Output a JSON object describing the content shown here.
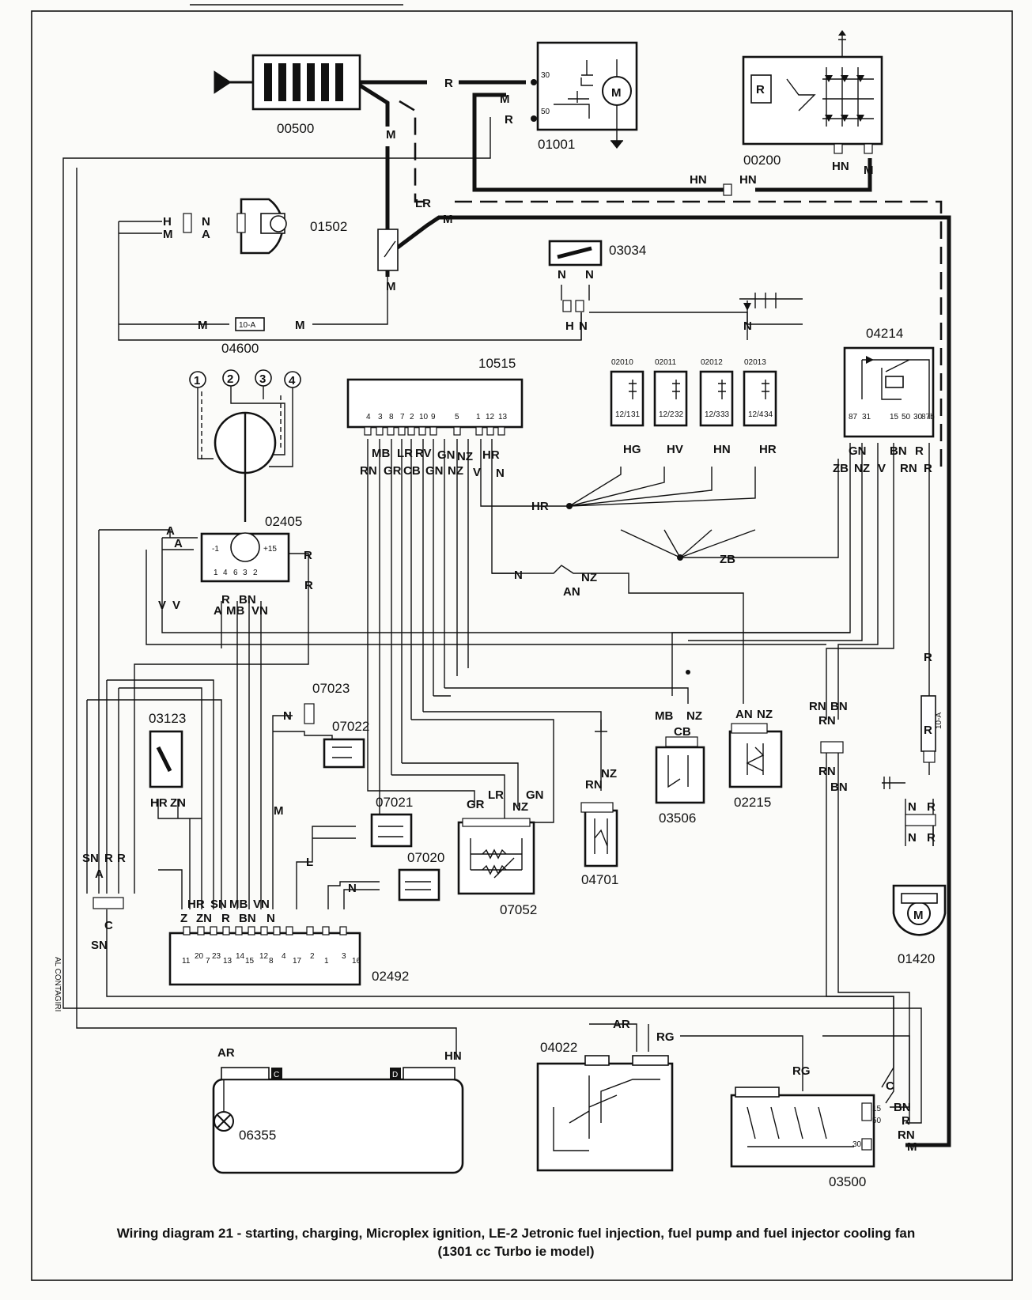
{
  "caption": {
    "line1": "Wiring diagram 21 - starting, charging, Microplex ignition, LE-2 Jetronic fuel injection, fuel pump and fuel injector cooling fan",
    "line2": "(1301 cc Turbo ie model)"
  },
  "components": {
    "c00500": "00500",
    "c01001": "01001",
    "c00200": "00200",
    "c01502": "01502",
    "c03034": "03034",
    "c04600": "04600",
    "c10515": "10515",
    "c02010": "02010",
    "c02011": "02011",
    "c02012": "02012",
    "c02013": "02013",
    "c04214": "04214",
    "c02405": "02405",
    "c07023": "07023",
    "c07022": "07022",
    "c03123": "03123",
    "c07021": "07021",
    "c07020": "07020",
    "c07052": "07052",
    "c04701": "04701",
    "c03506": "03506",
    "c02215": "02215",
    "c01420": "01420",
    "c02492": "02492",
    "c04022": "04022",
    "c06355": "06355",
    "c03500": "03500"
  },
  "wires": {
    "R": "R",
    "M": "M",
    "HN": "HN",
    "H": "H",
    "N": "N",
    "A": "A",
    "LR": "LR",
    "fuse10A": "10-A",
    "HG": "HG",
    "HV": "HV",
    "HR": "HR",
    "ZB": "ZB",
    "GN": "GN",
    "NZ": "NZ",
    "V": "V",
    "BN": "BN",
    "RN": "RN",
    "MB": "MB",
    "RV": "RV",
    "GR": "GR",
    "CB": "CB",
    "AN": "AN",
    "VN": "VN",
    "SN": "SN",
    "ZN": "ZN",
    "C": "C",
    "Z": "Z",
    "L": "L",
    "AR": "AR",
    "RG": "RG"
  },
  "pins": {
    "p4": "4",
    "p3": "3",
    "p8": "8",
    "p7": "7",
    "p2": "2",
    "p10": "10",
    "p9": "9",
    "p5": "5",
    "p1": "1",
    "p12": "12",
    "p13": "13",
    "p30": "30",
    "p50": "50",
    "p15": "15",
    "p31": "31",
    "p87": "87",
    "p87b": "87b",
    "pm1": "-1",
    "p15p": "+15",
    "p6": "6",
    "p11": "11",
    "p20": "20",
    "p23": "23",
    "p14": "14",
    "p17": "17",
    "p16": "16",
    "p121": "12/1",
    "p122": "12/2",
    "p123": "12/3",
    "p124": "12/4",
    "p32": "32",
    "p33": "33",
    "p34": "34",
    "p1b": "1",
    "p2b": "2",
    "p3b": "3",
    "p4b": "4"
  },
  "misc": {
    "contagiri": "AL CONTAGIRI",
    "letterC": "C",
    "letterD": "D",
    "motor": "M",
    "resR": "R"
  }
}
